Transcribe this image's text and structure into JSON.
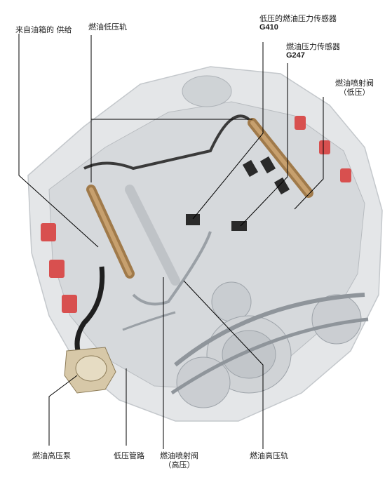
{
  "labels": {
    "fuel_from_tank": "来自油箱的 供给",
    "low_pressure_rail": "燃油低压轨",
    "low_pressure_sensor": "低压的燃油压力传感器",
    "low_pressure_sensor_code": "G410",
    "pressure_sensor": "燃油压力传感器",
    "pressure_sensor_code": "G247",
    "injector_low": "燃油喷射阀",
    "injector_low_paren": "（低压）",
    "high_pressure_pump": "燃油高压泵",
    "low_pressure_line": "低压管路",
    "injector_high": "燃油喷射阀",
    "injector_high_paren": "（高压）",
    "high_pressure_rail": "燃油高压轨"
  },
  "colors": {
    "engine_gray": "#d9dcdf",
    "rail_bronze": "#a07a4a",
    "coil_red": "#d8504f",
    "connector_dark": "#2a2a2a",
    "leader": "#000000"
  }
}
